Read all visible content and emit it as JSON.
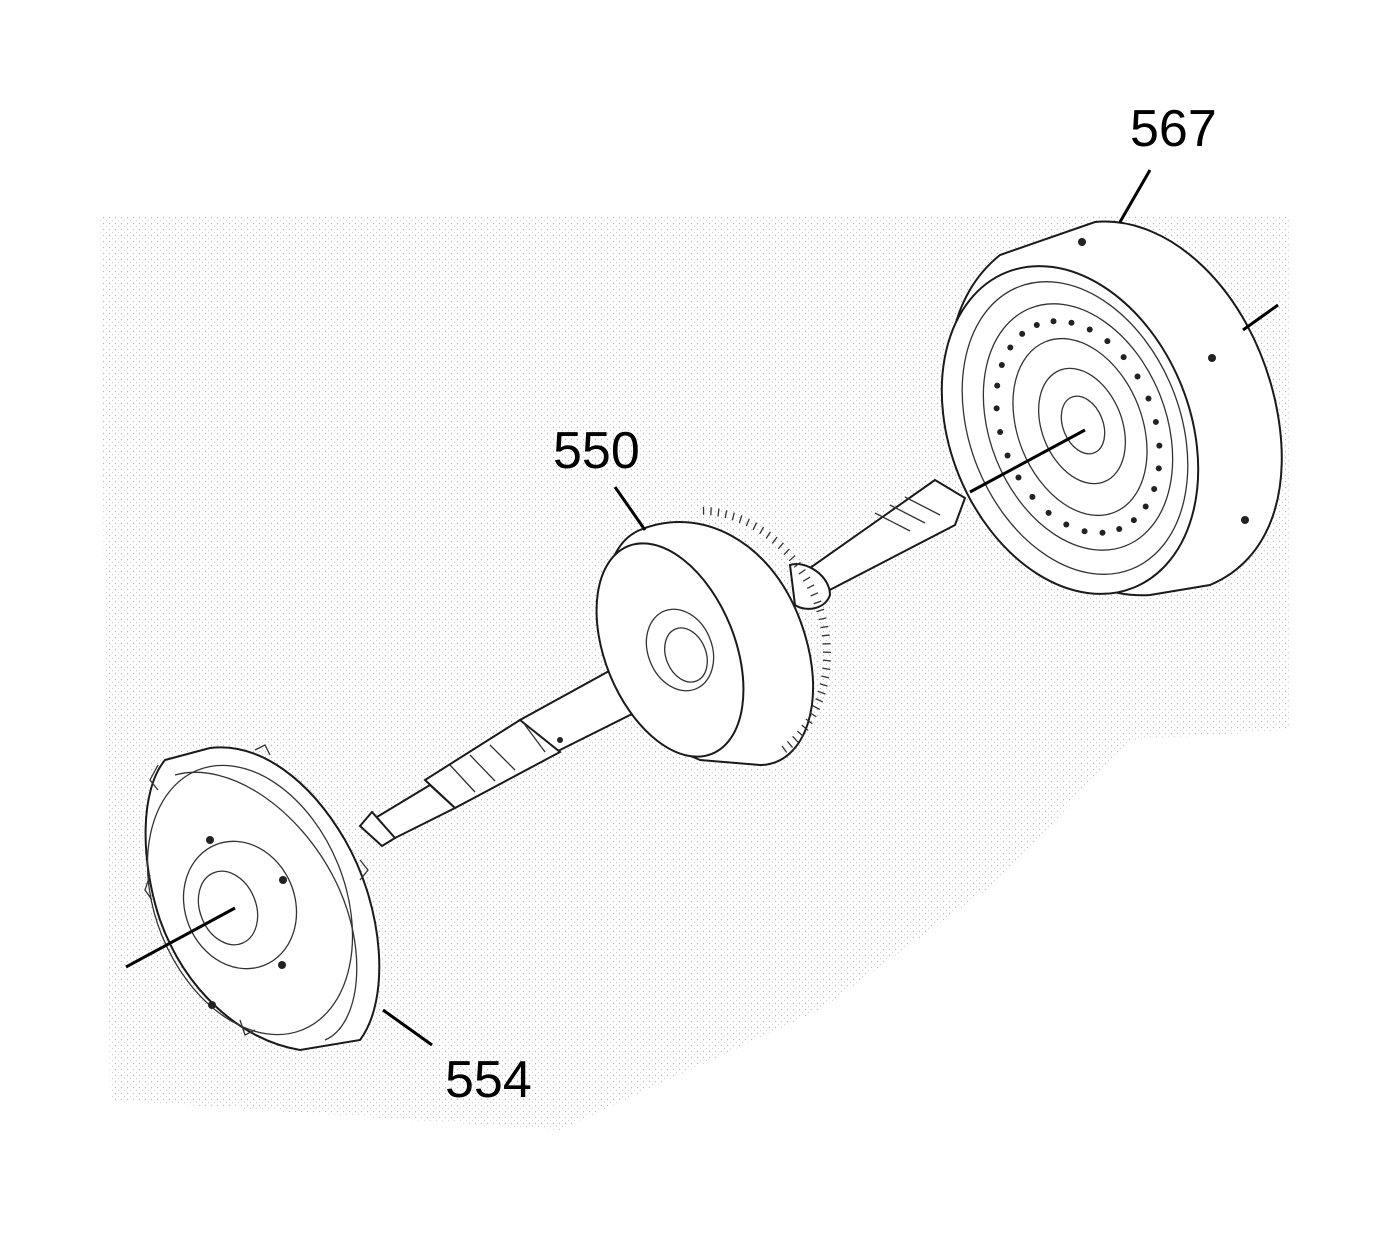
{
  "callouts": {
    "part_567": "567",
    "part_550": "550",
    "part_554": "554"
  },
  "colors": {
    "line": "#000000",
    "background": "#ffffff",
    "stipple": "#bfbfbf"
  }
}
